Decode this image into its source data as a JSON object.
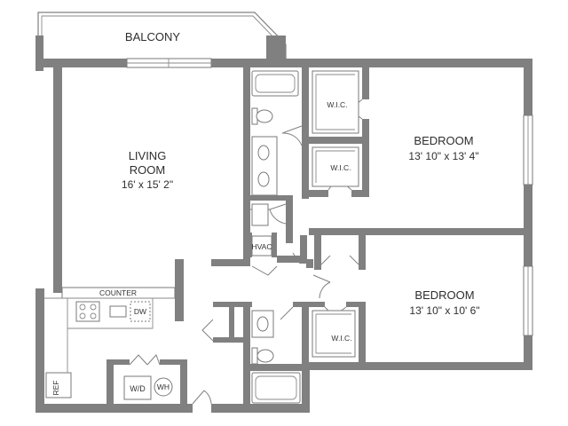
{
  "rooms": {
    "balcony": {
      "name": "BALCONY"
    },
    "living": {
      "name_line1": "LIVING",
      "name_line2": "ROOM",
      "dims": "16' x 15' 2\""
    },
    "bedroom1": {
      "name": "BEDROOM",
      "dims": "13' 10\" x 13' 4\""
    },
    "bedroom2": {
      "name": "BEDROOM",
      "dims": "13' 10\" x 10' 6\""
    }
  },
  "labels": {
    "wic_1": "W.I.C.",
    "wic_2": "W.I.C.",
    "wic_3": "W.I.C.",
    "hvac": "HVAC",
    "counter": "COUNTER",
    "dishwasher": "DW",
    "washer_dryer": "W/D",
    "water_heater": "WH",
    "refrigerator": "REF"
  }
}
